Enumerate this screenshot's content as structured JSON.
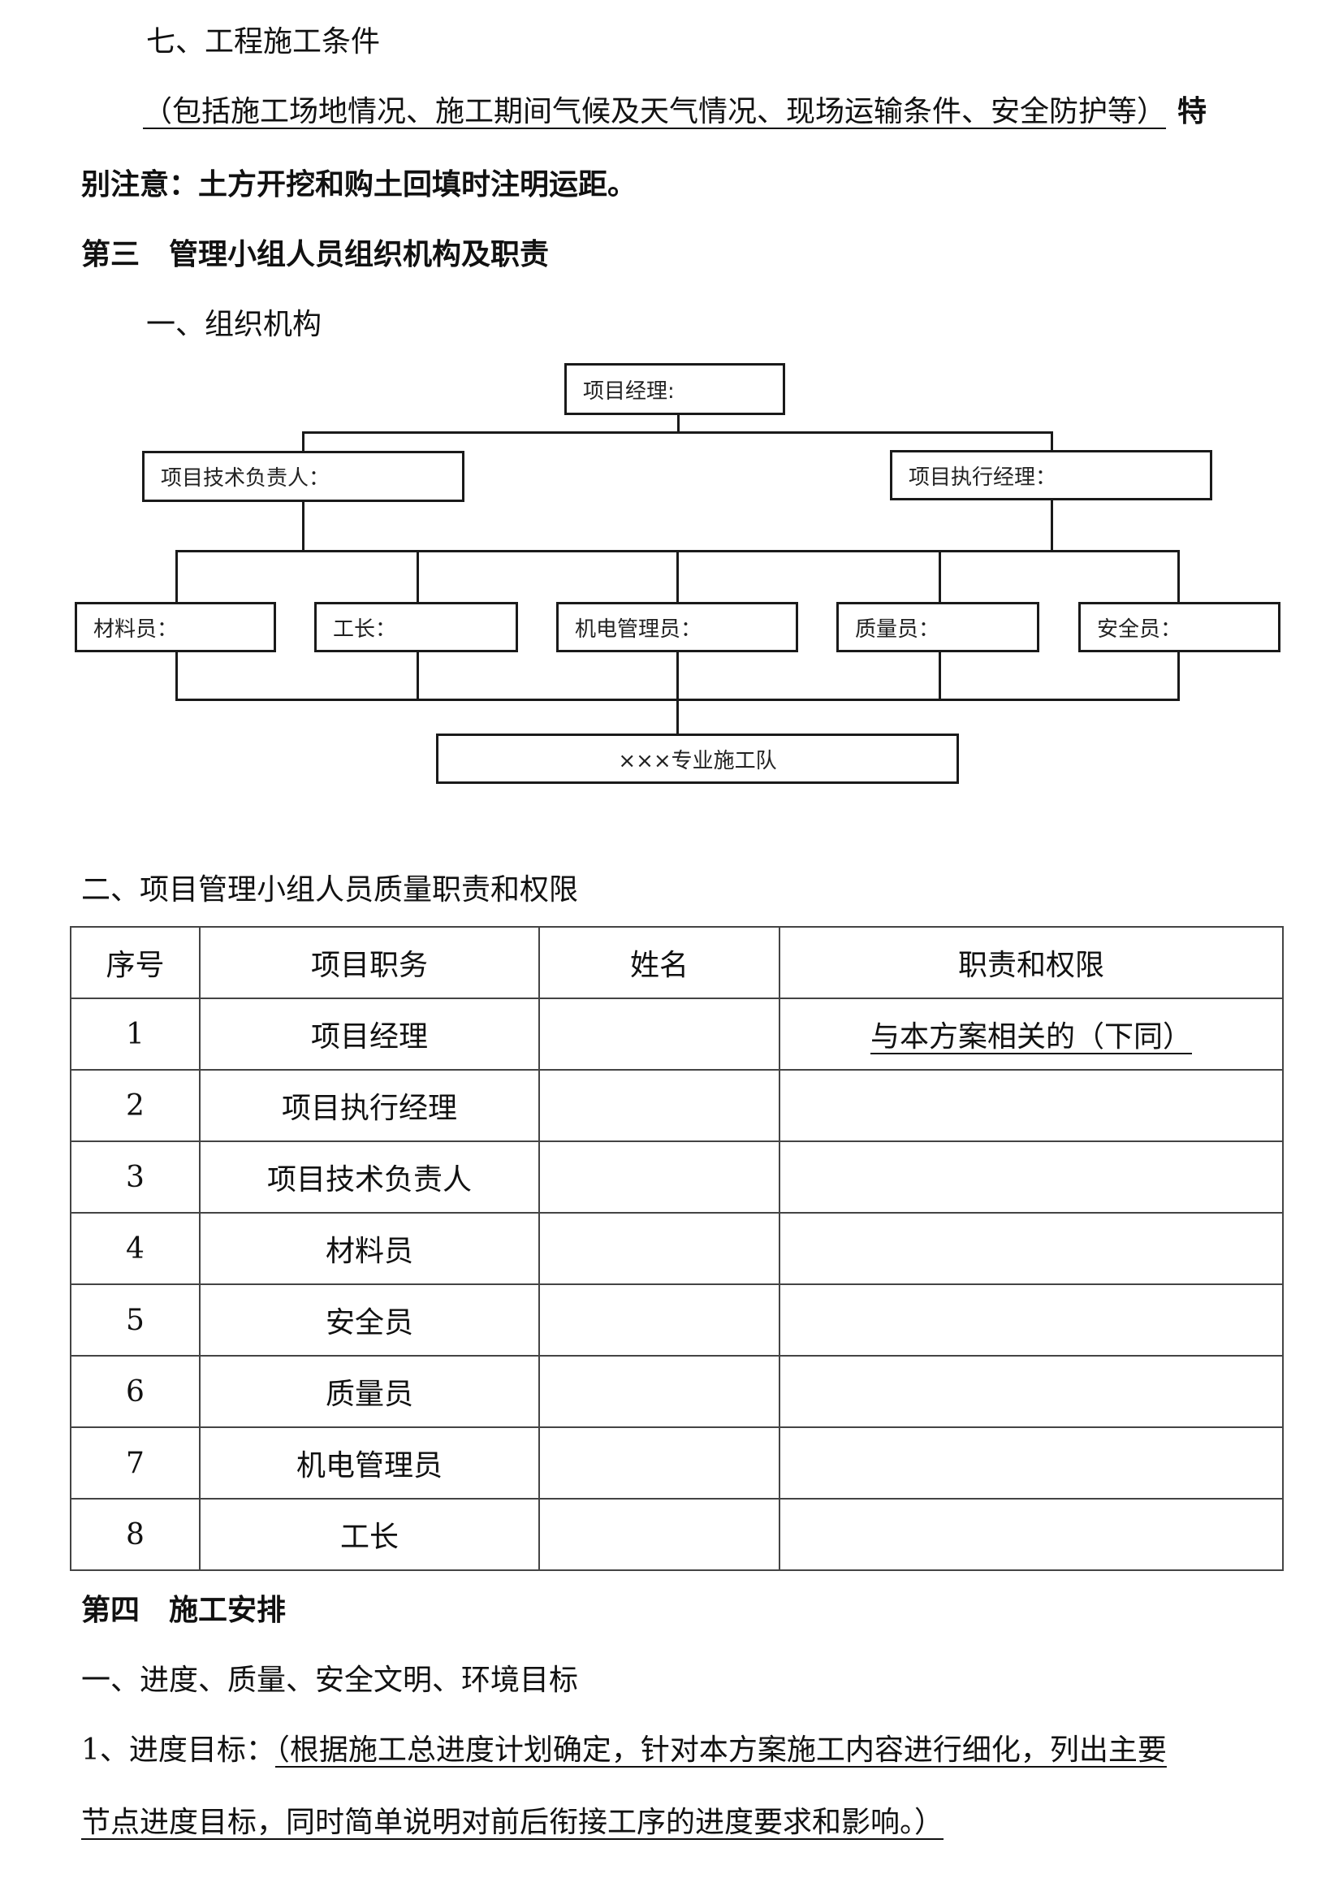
{
  "section7": {
    "heading": "七、工程施工条件",
    "note_underlined": "（包括施工场地情况、施工期间气候及天气情况、现场运输条件、安全防护等）",
    "note_bold_part1": "特",
    "note_bold_part2": "别注意：土方开挖和购土回填时注明运距。"
  },
  "section3": {
    "heading": "第三　管理小组人员组织机构及职责",
    "sub1": "一、组织机构",
    "sub2": "二、项目管理小组人员质量职责和权限"
  },
  "org_chart": {
    "top": "项目经理:",
    "left_mid": "项目技术负责人：",
    "right_mid": "项目执行经理：",
    "roles": [
      "材料员：",
      "工长：",
      "机电管理员：",
      "质量员：",
      "安全员："
    ],
    "bottom": "×××专业施工队"
  },
  "duty_table": {
    "headers": [
      "序号",
      "项目职务",
      "姓名",
      "职责和权限"
    ],
    "rows": [
      {
        "no": "1",
        "post": "项目经理",
        "name": "",
        "duty": "与本方案相关的（下同）"
      },
      {
        "no": "2",
        "post": "项目执行经理",
        "name": "",
        "duty": ""
      },
      {
        "no": "3",
        "post": "项目技术负责人",
        "name": "",
        "duty": ""
      },
      {
        "no": "4",
        "post": "材料员",
        "name": "",
        "duty": ""
      },
      {
        "no": "5",
        "post": "安全员",
        "name": "",
        "duty": ""
      },
      {
        "no": "6",
        "post": "质量员",
        "name": "",
        "duty": ""
      },
      {
        "no": "7",
        "post": "机电管理员",
        "name": "",
        "duty": ""
      },
      {
        "no": "8",
        "post": "工长",
        "name": "",
        "duty": ""
      }
    ]
  },
  "section4": {
    "heading": "第四　施工安排",
    "sub1": "一、进度、质量、安全文明、环境目标",
    "item1_label": "1、进度目标：",
    "item1_text_line1": "（根据施工总进度计划确定，针对本方案施工内容进行细化，列出主要",
    "item1_text_line2": "节点进度目标，同时简单说明对前后衔接工序的进度要求和影响。）"
  }
}
